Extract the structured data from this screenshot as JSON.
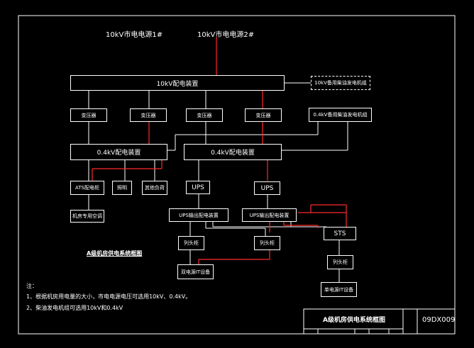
{
  "diagram": {
    "sources": {
      "src1": "10kV市电电源1#",
      "src2": "10kV市电电源2#"
    },
    "main_switchgear": "10kV配电装置",
    "backup_generator": "10kV备用柴油发电机组",
    "transformers": [
      "变压器",
      "变压器",
      "变压器",
      "变压器"
    ],
    "lv_generator": "0.4kV备用柴油发电机组",
    "lv_switchgear_left": "0.4kV配电装置",
    "lv_switchgear_right": "0.4kV配电装置",
    "ats_panel": "ATS配电柜",
    "lighting": "照明",
    "other_equipment": "其他负荷",
    "ac_special": "机房专用空调",
    "ups1": "UPS",
    "ups2": "UPS",
    "ups_dist1": "UPS输出配电装置",
    "ups_dist2": "UPS输出配电装置",
    "sts": "STS",
    "pdu1": "列头柜",
    "pdu2": "列头柜",
    "pdu3": "列头柜",
    "it_dual": "双电源IT设备",
    "it_single": "单电源IT设备",
    "diagram_title": "A级机房供电系统框图"
  },
  "notes": {
    "heading": "注：",
    "line1": "1、根据机房用电量的大小，市电电源电压可选用10kV、0.4kV。",
    "line2": "2、柴油发电机组可选用10kV和0.4kV"
  },
  "title_block": {
    "title": "A级机房供电系统框图",
    "code": "09DX009"
  },
  "colors": {
    "line": "#ffffff",
    "feed": "#ff2a2a",
    "bg": "#000000"
  }
}
